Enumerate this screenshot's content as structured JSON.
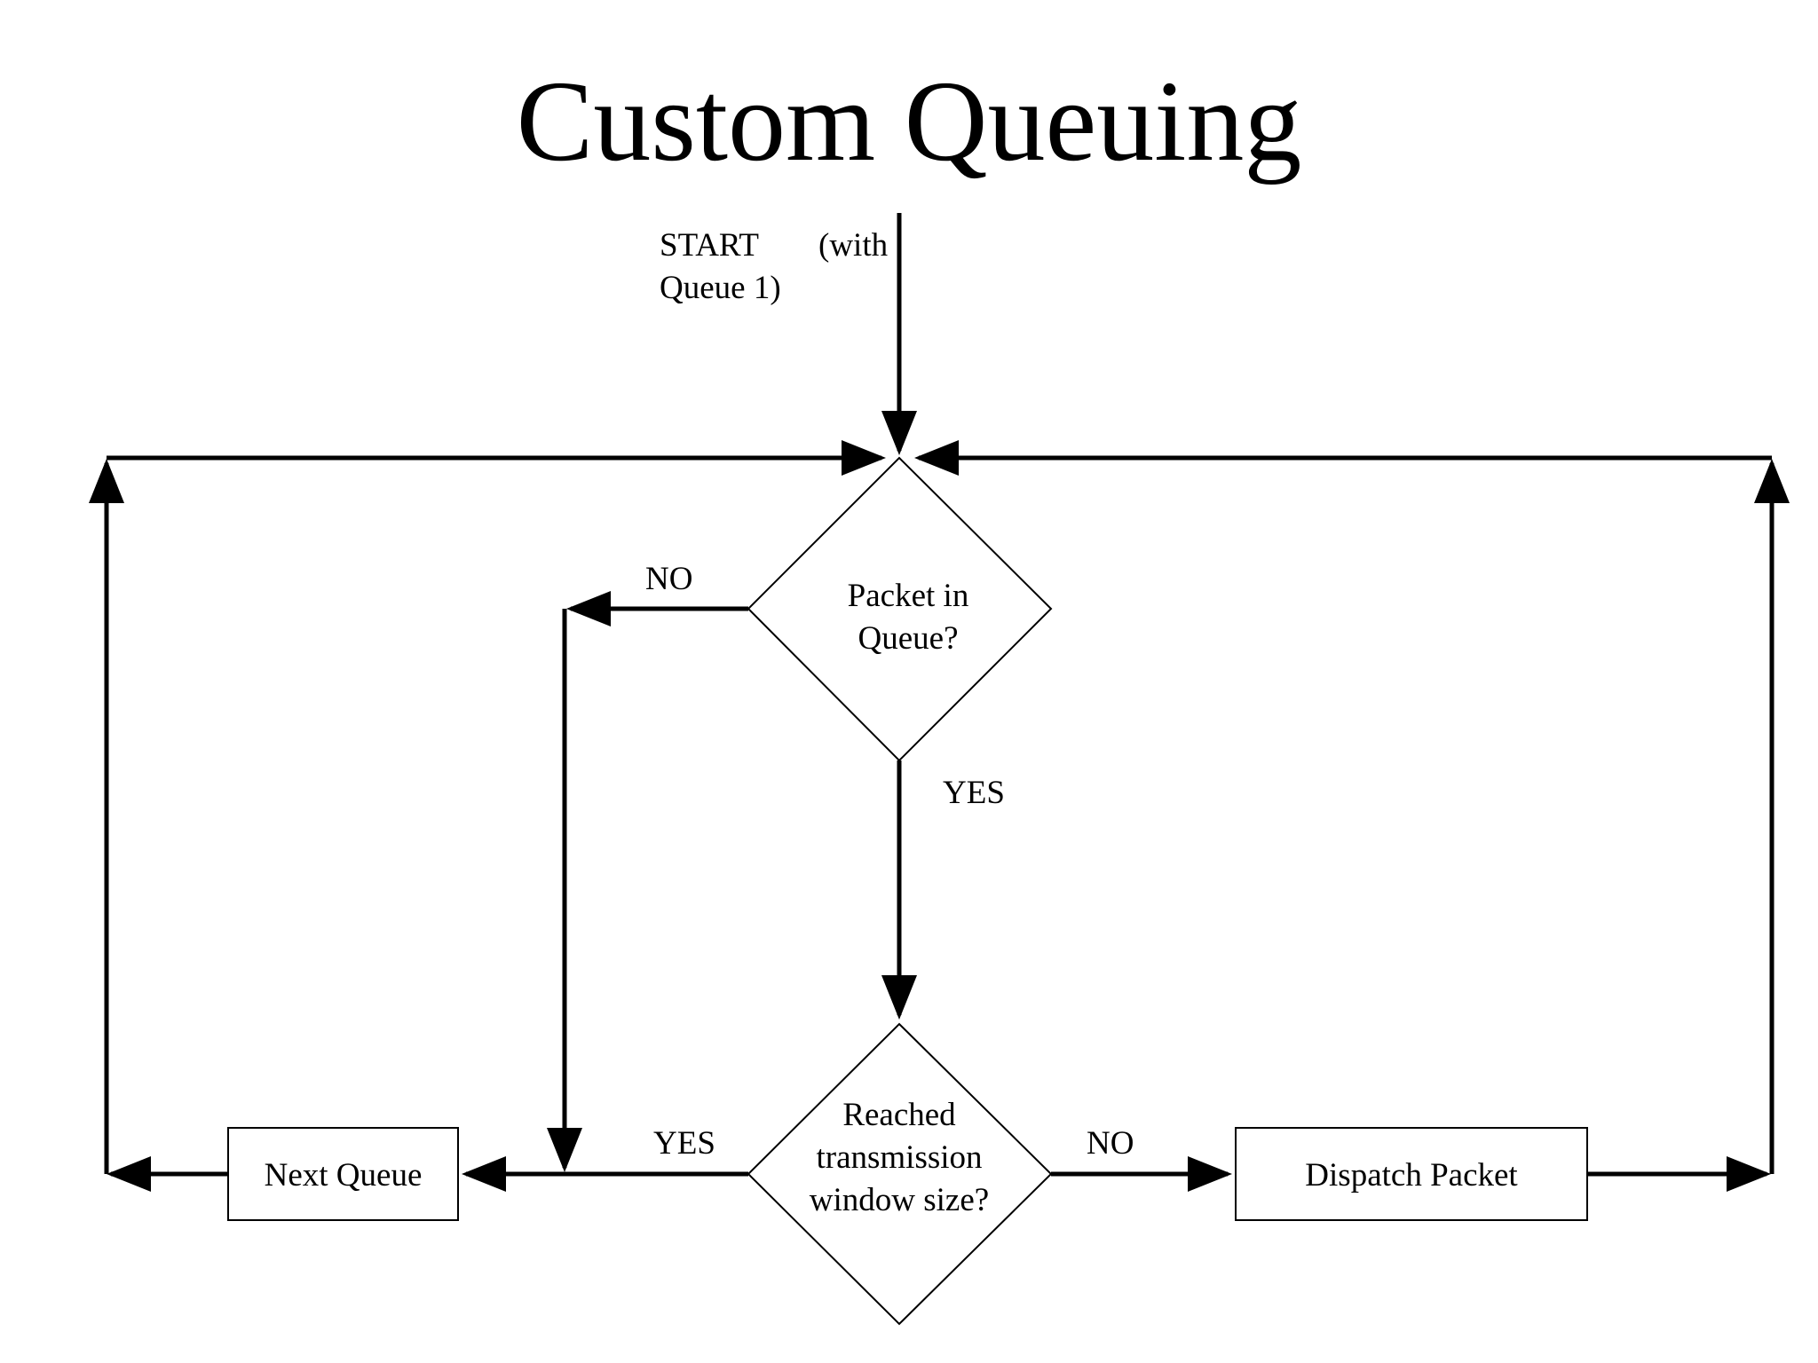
{
  "title": "Custom Queuing",
  "start": {
    "line1_left": "START",
    "line1_right": "(with",
    "line2": "Queue 1)"
  },
  "nodes": {
    "packet_in_queue": {
      "line1": "Packet in",
      "line2": "Queue?"
    },
    "reached_window": {
      "line1": "Reached",
      "line2": "transmission",
      "line3": "window size?"
    },
    "next_queue": "Next Queue",
    "dispatch_packet": "Dispatch Packet"
  },
  "edge_labels": {
    "packet_no": "NO",
    "packet_yes": "YES",
    "reached_yes": "YES",
    "reached_no": "NO"
  },
  "colors": {
    "stroke": "#000000",
    "background": "#ffffff"
  }
}
